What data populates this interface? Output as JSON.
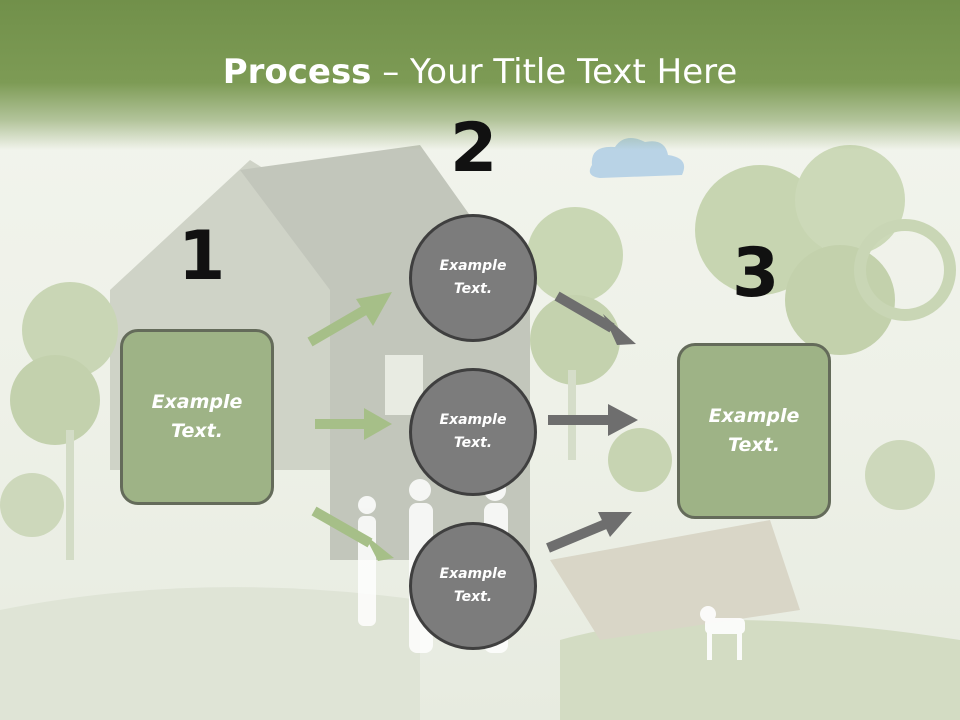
{
  "slide": {
    "title_bold": "Process",
    "title_rest": " – Your Title Text Here"
  },
  "steps": {
    "one": {
      "number": "1",
      "text": "Example\nText."
    },
    "two": {
      "number": "2"
    },
    "three": {
      "number": "3",
      "text": "Example\nText."
    }
  },
  "circles": [
    {
      "text": "Example\nText."
    },
    {
      "text": "Example\nText."
    },
    {
      "text": "Example\nText."
    }
  ],
  "colors": {
    "header_green": "#7d9b55",
    "box_fill": "#9eb386",
    "box_border": "#646b5a",
    "circle_fill": "#7c7c7c",
    "circle_border": "#3f3f3f",
    "arrow_green": "#a6bf88",
    "arrow_gray": "#6e6e6e"
  }
}
